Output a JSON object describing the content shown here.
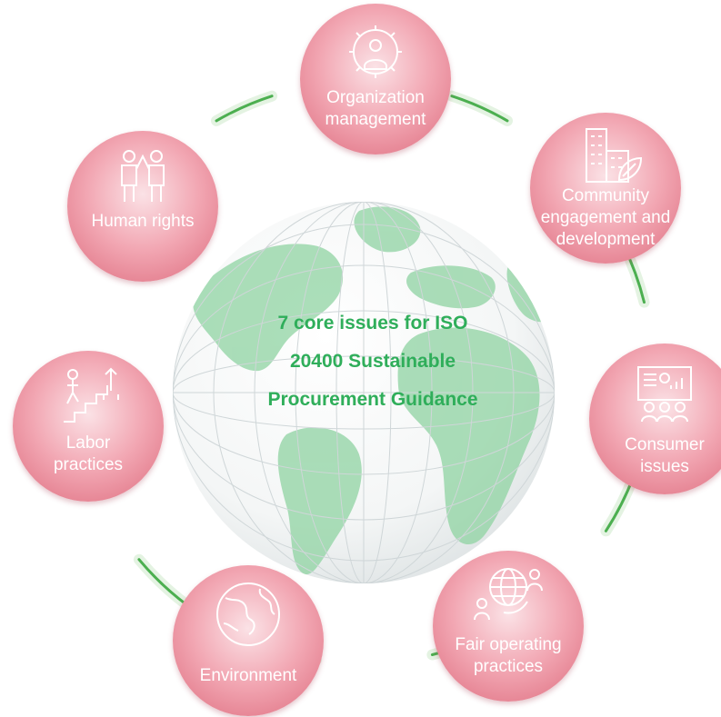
{
  "diagram": {
    "title_lines": [
      "7 core issues for ISO",
      "20400 Sustainable",
      "Procurement Guidance"
    ],
    "colors": {
      "title_green": "#2fae5a",
      "connector_green": "#4caf50",
      "node_pink": "#e98a9a",
      "globe_green": "#7fcf94"
    },
    "nodes": [
      {
        "icon": "gear-person-icon",
        "lines": [
          "Organization",
          "management"
        ]
      },
      {
        "icon": "building-leaf-icon",
        "lines": [
          "Community",
          "engagement and",
          "development"
        ]
      },
      {
        "icon": "presentation-audience-icon",
        "lines": [
          "Consumer",
          "issues"
        ]
      },
      {
        "icon": "globe-handshake-icon",
        "lines": [
          "Fair operating",
          "practices"
        ]
      },
      {
        "icon": "earth-icon",
        "lines": [
          "Environment"
        ]
      },
      {
        "icon": "stairs-climb-icon",
        "lines": [
          "Labor",
          "practices"
        ]
      },
      {
        "icon": "people-holding-hands-icon",
        "lines": [
          "Human rights"
        ]
      }
    ]
  }
}
